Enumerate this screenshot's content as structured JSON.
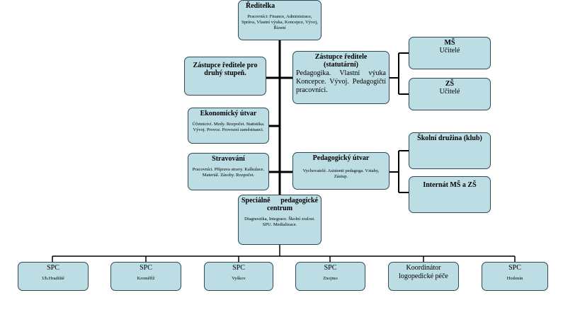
{
  "boxes": {
    "reditelka": {
      "title": "Ředitelka",
      "text": "Pracovníci: Finance, Administrace, Správa, Vlastní výuka, Koncepce, Vývoj, Řízení"
    },
    "zastupce_druhy": {
      "title": "Zástupce ředitele pro druhý stupeň."
    },
    "zastupce_stat": {
      "title": "Zástupce ředitele (statutární)",
      "text": "Pedagogika. Vlastní výuka Koncepce. Vývoj. Pedagogičtí pracovníci."
    },
    "ms": {
      "title": "MŠ",
      "text": "Učitelé"
    },
    "zs": {
      "title": "ZŠ",
      "text": "Učitelé"
    },
    "ekonomicky": {
      "title": "Ekonomický útvar",
      "text": "Účetnictví. Mzdy. Rozpočet. Statistika. Vývoj. Provoz. Provozní zaměstnanci."
    },
    "stravovani": {
      "title": "Stravování",
      "text": "Pracovníci. Příprava stravy. Kalkulace. Materiál. Zásoby. Rozpočet."
    },
    "pedagogicky": {
      "title": "Pedagogický útvar",
      "text": "Vychovatelé. Asistenti pedagoga. Vztahy, Zástup."
    },
    "druzina": {
      "title": "Školní družina (klub)"
    },
    "internat": {
      "title": "Internát MŠ a ZŠ"
    },
    "spc_centrum": {
      "title": "Speciálně pedagogické centrum",
      "text": "Diagnostika, Integrace. Školní zralost. SPU. Medializace."
    },
    "spc1": {
      "title": "SPC",
      "text": "Uh.Hradiště"
    },
    "spc2": {
      "title": "SPC",
      "text": "Kroměříž"
    },
    "spc3": {
      "title": "SPC",
      "text": "Vyškov"
    },
    "spc4": {
      "title": "SPC",
      "text": "Znojmo"
    },
    "koordinator": {
      "title": "Koordinátor logopedické péče"
    },
    "spc5": {
      "title": "SPC",
      "text": "Hodonín"
    }
  }
}
